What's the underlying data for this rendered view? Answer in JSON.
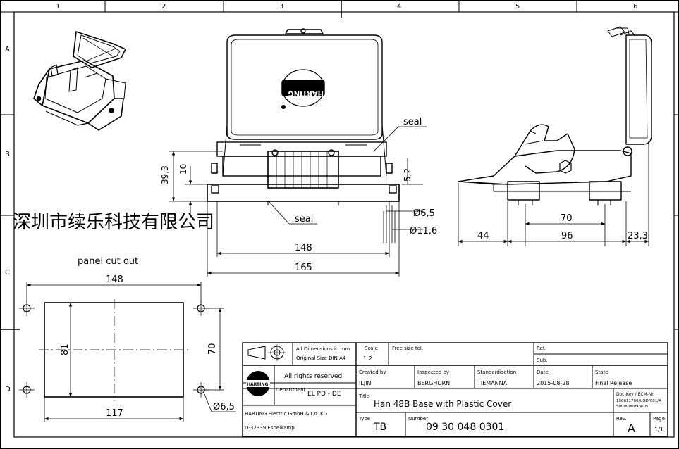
{
  "frame": {
    "columns": [
      "1",
      "2",
      "3",
      "4",
      "5",
      "6"
    ],
    "rows": [
      "A",
      "B",
      "C",
      "D"
    ]
  },
  "watermark": "深圳市续乐科技有限公司",
  "views": {
    "front": {
      "seal_label_top": "seal",
      "seal_label_bottom": "seal",
      "dim_height": "39,3",
      "dim_height_inner": "10",
      "dim_small": "5,2",
      "dim_hole": "Ø6,5",
      "dim_hole_outer": "Ø11,6",
      "dim_width_inner": "148",
      "dim_width_outer": "165",
      "logo_text": "HARTING"
    },
    "side": {
      "dim_70": "70",
      "dim_44": "44",
      "dim_96": "96",
      "dim_23_3": "23,3"
    },
    "panel_cutout": {
      "title": "panel cut out",
      "dim_148": "148",
      "dim_81": "81",
      "dim_70": "70",
      "dim_117": "117",
      "dim_hole": "Ø6,5"
    }
  },
  "title_block": {
    "dims_note_1": "All Dimensions in mm",
    "dims_note_2": "Original Size DIN A4",
    "scale_label": "Scale",
    "scale_value": "1:2",
    "tolerance": "Free size tol.",
    "ref_label": "Ref.",
    "sub_label": "Sub.",
    "rights": "All rights reserved",
    "department_label": "Department",
    "department_value": "EL PD - DE",
    "company_1": "HARTING Electric GmbH & Co. KG",
    "company_2": "D-32339 Espelkamp",
    "logo_text": "HARTING",
    "created_label": "Created by",
    "created_value": "ILJIN",
    "inspected_label": "Inspected by",
    "inspected_value": "BERGHORN",
    "std_label": "Standardisation",
    "std_value": "TIEMANNA",
    "date_label": "Date",
    "date_value": "2015-08-28",
    "state_label": "State",
    "state_value": "Final Release",
    "title_label": "Title",
    "title_value": "Han 48B Base with Plastic Cover",
    "dockey_1": "Doc-Key / ECM-Nr.",
    "dockey_2": "100611760/UGD/001/A",
    "dockey_3": "5000000093605",
    "type_label": "Type",
    "type_value": "TB",
    "number_label": "Number",
    "number_value": "09 30 048 0301",
    "rev_label": "Rev.",
    "rev_value": "A",
    "page_label": "Page",
    "page_value": "1/1"
  }
}
